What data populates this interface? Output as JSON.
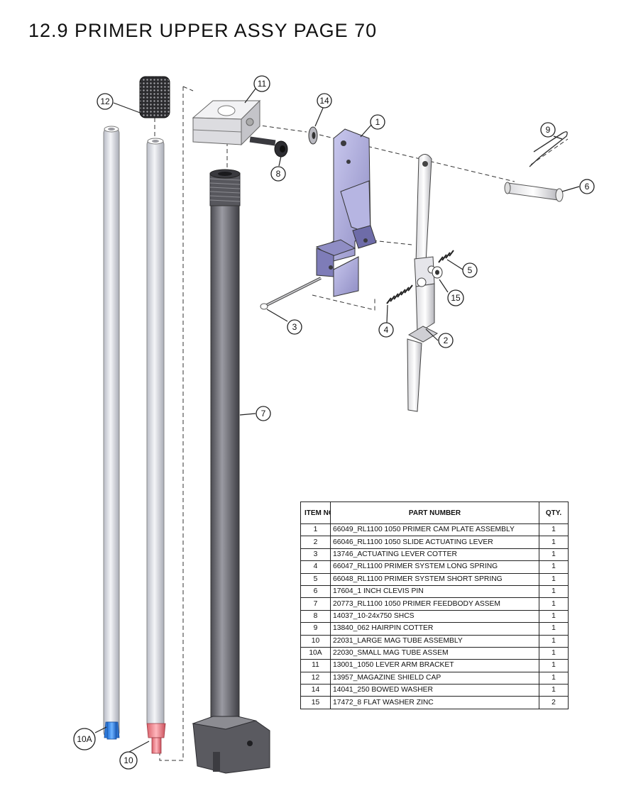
{
  "title": "12.9 PRIMER UPPER ASSY PAGE 70",
  "callouts": [
    "12",
    "11",
    "14",
    "1",
    "9",
    "6",
    "8",
    "5",
    "15",
    "3",
    "4",
    "2",
    "7",
    "10A",
    "10"
  ],
  "bom": {
    "headers": {
      "item": "ITEM NO.",
      "part": "PART NUMBER",
      "qty": "QTY."
    },
    "rows": [
      {
        "item": "1",
        "part": "66049_RL1100 1050 PRIMER CAM PLATE ASSEMBLY",
        "qty": "1"
      },
      {
        "item": "2",
        "part": "66046_RL1100 1050 SLIDE ACTUATING LEVER",
        "qty": "1"
      },
      {
        "item": "3",
        "part": "13746_ACTUATING LEVER COTTER",
        "qty": "1"
      },
      {
        "item": "4",
        "part": "66047_RL1100 PRIMER SYSTEM LONG SPRING",
        "qty": "1"
      },
      {
        "item": "5",
        "part": "66048_RL1100 PRIMER SYSTEM SHORT SPRING",
        "qty": "1"
      },
      {
        "item": "6",
        "part": "17604_1 INCH CLEVIS PIN",
        "qty": "1"
      },
      {
        "item": "7",
        "part": "20773_RL1100 1050 PRIMER FEEDBODY ASSEM",
        "qty": "1"
      },
      {
        "item": "8",
        "part": "14037_10-24x750 SHCS",
        "qty": "1"
      },
      {
        "item": "9",
        "part": "13840_062 HAIRPIN COTTER",
        "qty": "1"
      },
      {
        "item": "10",
        "part": "22031_LARGE MAG TUBE ASSEMBLY",
        "qty": "1"
      },
      {
        "item": "10A",
        "part": "22030_SMALL MAG TUBE ASSEM",
        "qty": "1"
      },
      {
        "item": "11",
        "part": "13001_1050 LEVER ARM BRACKET",
        "qty": "1"
      },
      {
        "item": "12",
        "part": "13957_MAGAZINE SHIELD CAP",
        "qty": "1"
      },
      {
        "item": "14",
        "part": "14041_250 BOWED WASHER",
        "qty": "1"
      },
      {
        "item": "15",
        "part": "17472_8 FLAT WASHER ZINC",
        "qty": "2"
      }
    ]
  }
}
